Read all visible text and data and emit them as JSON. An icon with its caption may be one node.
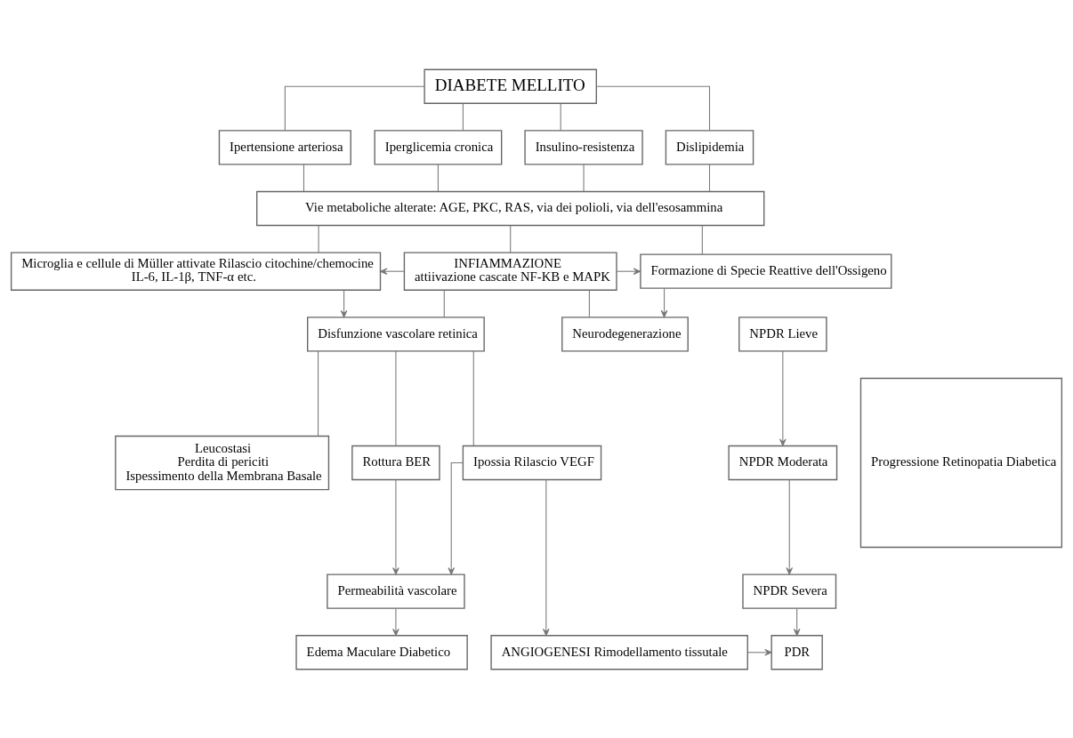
{
  "diagram": {
    "nodes": [
      {
        "text": [
          "DIABETE MELLITO"
        ]
      },
      {
        "text": [
          "Ipertensione arteriosa"
        ]
      },
      {
        "text": [
          "Iperglicemia cronica"
        ]
      },
      {
        "text": [
          "Insulino-resistenza"
        ]
      },
      {
        "text": [
          "Dislipidemia"
        ]
      },
      {
        "text": [
          "Vie metaboliche alterate: AGE, PKC, RAS, via dei polioli, via dell'esosammina"
        ]
      },
      {
        "text": [
          "Microglia e cellule di Müller attivate Rilascio citochine/chemocine **IL-6, IL-1β, TNF-α** etc."
        ]
      },
      {
        "text": [
          "**INFIAMMAZIONE**",
          "attiivazione cascate NF-KB e MAPK"
        ]
      },
      {
        "text": [
          "Formazione di Specie Reattive dell'Ossigeno"
        ]
      },
      {
        "text": [
          "Disfunzione vascolare retinica"
        ]
      },
      {
        "text": [
          "Neurodegenerazione"
        ]
      },
      {
        "text": [
          "Leucostasi",
          "Perdita di periciti",
          "Ispessimento della Membrana Basale"
        ]
      },
      {
        "text": [
          "Rottura BER"
        ]
      },
      {
        "text": [
          "Ipossia Rilascio VEGF"
        ]
      },
      {
        "text": [
          "Permeabilità vascolare"
        ]
      },
      {
        "text": [
          "**Edema Maculare Diabetico**"
        ]
      },
      {
        "text": [
          "**ANGIOGENESI Rimodellamento tissutale**"
        ]
      },
      {
        "text": [
          "NPDR Lieve"
        ]
      },
      {
        "text": [
          "NPDR Moderata"
        ]
      },
      {
        "text": [
          "NPDR Severa"
        ]
      },
      {
        "text": [
          "PDR"
        ]
      },
      {
        "text": [
          "Progressione Retinopatia Diabetica"
        ]
      }
    ],
    "edges": [
      {
        "from": 0,
        "to": 1,
        "arrow": "none"
      },
      {
        "from": 0,
        "to": 2,
        "arrow": "none"
      },
      {
        "from": 0,
        "to": 3,
        "arrow": "none"
      },
      {
        "from": 0,
        "to": 4,
        "arrow": "none"
      },
      {
        "from": 1,
        "to": 5,
        "arrow": "none"
      },
      {
        "from": 2,
        "to": 5,
        "arrow": "none"
      },
      {
        "from": 3,
        "to": 5,
        "arrow": "none"
      },
      {
        "from": 4,
        "to": 5,
        "arrow": "none"
      },
      {
        "from": 5,
        "to": 6,
        "arrow": "none"
      },
      {
        "from": 5,
        "to": 7,
        "arrow": "none"
      },
      {
        "from": 5,
        "to": 8,
        "arrow": "none"
      },
      {
        "from": 7,
        "to": 6,
        "arrow": "to"
      },
      {
        "from": 7,
        "to": 8,
        "arrow": "to"
      },
      {
        "from": 6,
        "to": 9,
        "arrow": "to"
      },
      {
        "from": 7,
        "to": 9,
        "arrow": "none"
      },
      {
        "from": 7,
        "to": 10,
        "arrow": "none"
      },
      {
        "from": 8,
        "to": 10,
        "arrow": "to"
      },
      {
        "from": 9,
        "to": 11,
        "arrow": "none"
      },
      {
        "from": 9,
        "to": 12,
        "arrow": "none"
      },
      {
        "from": 9,
        "to": 13,
        "arrow": "none"
      },
      {
        "from": 12,
        "to": 14,
        "arrow": "to"
      },
      {
        "from": 13,
        "to": 14,
        "arrow": "to"
      },
      {
        "from": 14,
        "to": 15,
        "arrow": "to"
      },
      {
        "from": 13,
        "to": 16,
        "arrow": "to"
      },
      {
        "from": 16,
        "to": 20,
        "arrow": "to"
      },
      {
        "from": 17,
        "to": 18,
        "arrow": "to"
      },
      {
        "from": 18,
        "to": 19,
        "arrow": "to"
      },
      {
        "from": 19,
        "to": 20,
        "arrow": "to"
      }
    ]
  }
}
